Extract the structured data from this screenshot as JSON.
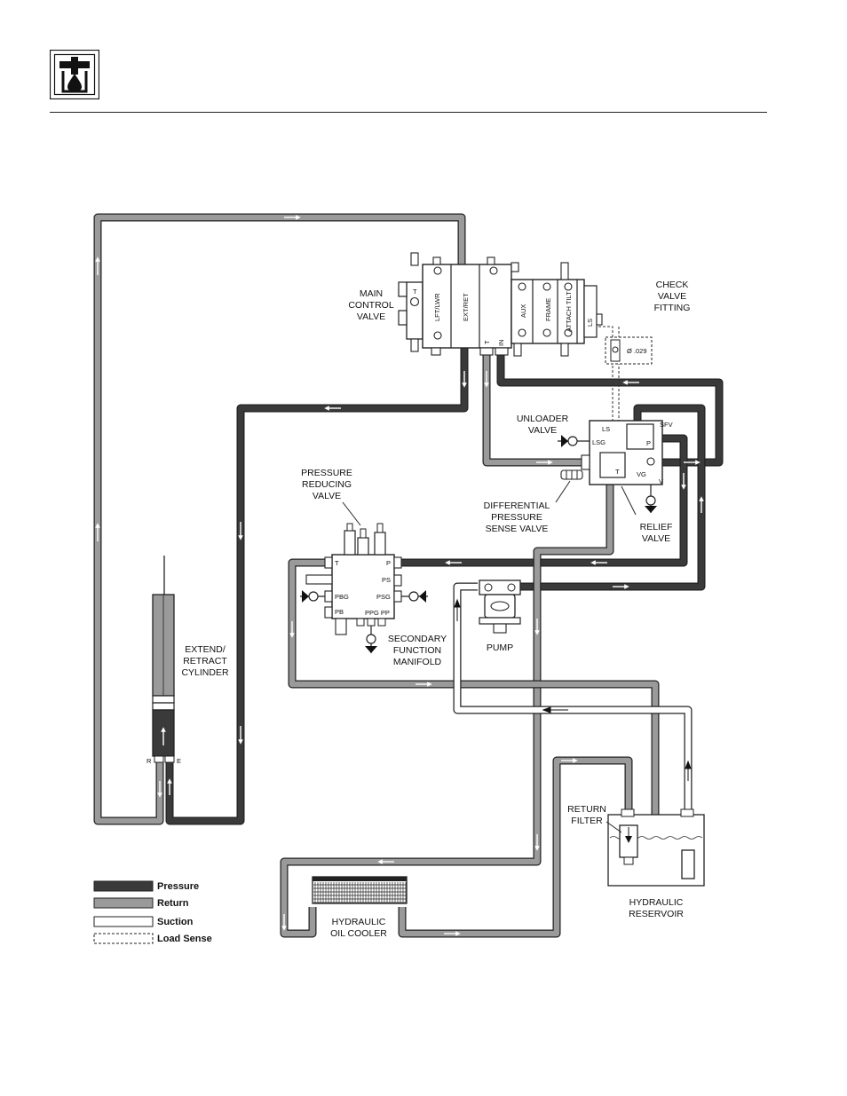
{
  "header": {
    "icon": "hydraulic-oil-drop-icon"
  },
  "colors": {
    "pressure": "#3a3a3a",
    "return": "#9a9a9a",
    "suction": "#ffffff",
    "outline": "#222222"
  },
  "labels": {
    "main_control_valve": [
      "MAIN",
      "CONTROL",
      "VALVE"
    ],
    "check_valve_fitting": [
      "CHECK",
      "VALVE",
      "FITTING"
    ],
    "unloader_valve": [
      "UNLOADER",
      "VALVE"
    ],
    "pressure_reducing_valve": [
      "PRESSURE",
      "REDUCING",
      "VALVE"
    ],
    "differential_pressure_sense_valve": [
      "DIFFERENTIAL",
      "PRESSURE",
      "SENSE VALVE"
    ],
    "relief_valve": [
      "RELIEF",
      "VALVE"
    ],
    "extend_retract_cylinder": [
      "EXTEND/",
      "RETRACT",
      "CYLINDER"
    ],
    "secondary_function_manifold": [
      "SECONDARY",
      "FUNCTION",
      "MANIFOLD"
    ],
    "pump": "PUMP",
    "return_filter": [
      "RETURN",
      "FILTER"
    ],
    "hydraulic_reservoir": [
      "HYDRAULIC",
      "RESERVOIR"
    ],
    "hydraulic_oil_cooler": [
      "HYDRAULIC",
      "OIL  COOLER"
    ]
  },
  "valve_sections": [
    "LFT/LWR",
    "EXT/RET",
    "AUX",
    "FRAME",
    "ATTACH TILT",
    "LS"
  ],
  "valve_ports": {
    "t": "T",
    "tank": "T",
    "in": "IN"
  },
  "orifice": "Ø .029",
  "unloader_ports": {
    "ls": "LS",
    "lsg": "LSG",
    "sfv": "SFV",
    "p": "P",
    "t": "T",
    "vg": "VG",
    "v": "V"
  },
  "manifold_ports": {
    "t": "T",
    "p": "P",
    "ps": "PS",
    "pbg": "PBG",
    "psg": "PSG",
    "pb": "PB",
    "ppg_pp": "PPG PP"
  },
  "cylinder_ports": {
    "r": "R",
    "e": "E"
  },
  "legend": [
    {
      "label": "Pressure",
      "style": "pressure"
    },
    {
      "label": "Return",
      "style": "return"
    },
    {
      "label": "Suction",
      "style": "suction"
    },
    {
      "label": "Load Sense",
      "style": "load-sense"
    }
  ]
}
